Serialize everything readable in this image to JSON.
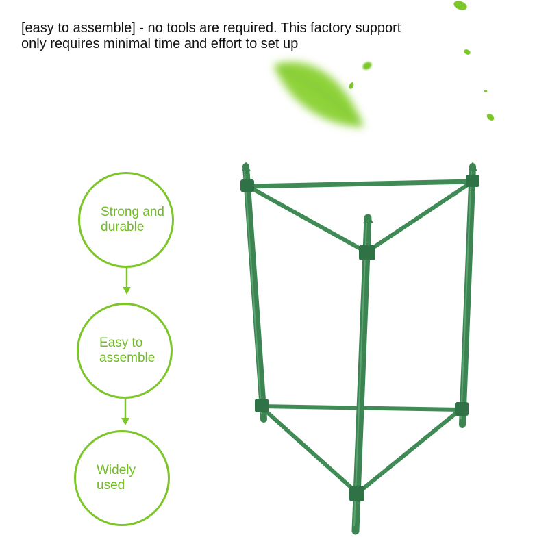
{
  "headline": {
    "line1": "[easy to assemble] - no tools are required. This factory support",
    "line2": "only requires minimal time and effort to set up"
  },
  "features": [
    {
      "label": "Strong and\ndurable"
    },
    {
      "label": "Easy to\nassemble"
    },
    {
      "label": "Widely\nused"
    }
  ],
  "colors": {
    "accent": "#7cc62a",
    "accent_text": "#6fbd22",
    "support_green": "#3f8a55",
    "leaf_green": "#8fd33b"
  },
  "icons": [
    "leaf-icon",
    "arrow-down-icon"
  ]
}
